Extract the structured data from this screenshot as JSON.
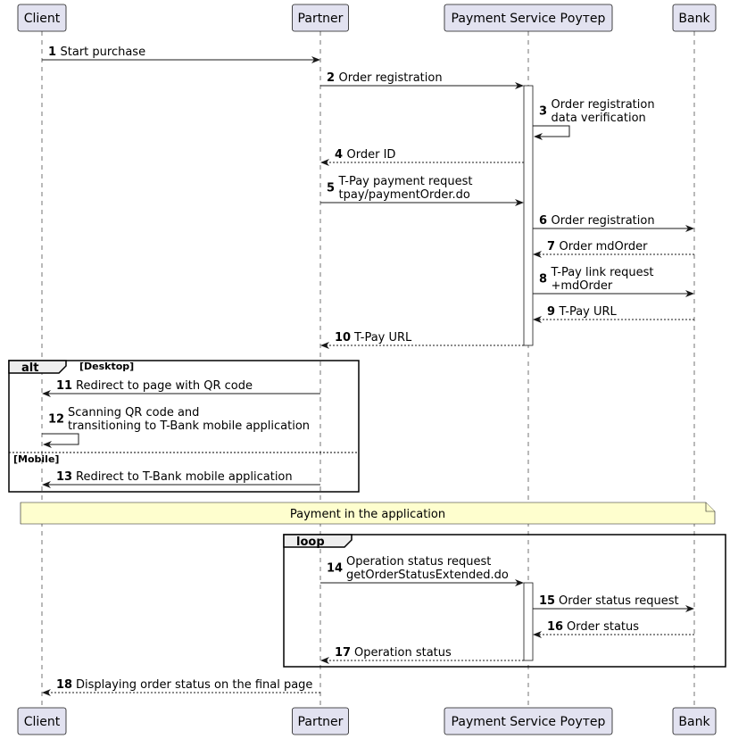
{
  "participants": [
    {
      "label": "Client"
    },
    {
      "label": "Partner"
    },
    {
      "label": "Payment Service Роутер"
    },
    {
      "label": "Bank"
    }
  ],
  "messages": [
    {
      "num": "1",
      "from": 0,
      "to": 1,
      "style": "solid",
      "lines": [
        "Start purchase"
      ]
    },
    {
      "num": "2",
      "from": 1,
      "to": 2,
      "style": "solid",
      "lines": [
        "Order registration"
      ]
    },
    {
      "num": "3",
      "from": 2,
      "to": 2,
      "style": "solid",
      "lines": [
        "Order registration",
        "  data verification"
      ]
    },
    {
      "num": "4",
      "from": 2,
      "to": 1,
      "style": "dashed",
      "lines": [
        "Order ID"
      ]
    },
    {
      "num": "5",
      "from": 1,
      "to": 2,
      "style": "solid",
      "lines": [
        "T-Pay payment request",
        "  tpay/paymentOrder.do"
      ]
    },
    {
      "num": "6",
      "from": 2,
      "to": 3,
      "style": "solid",
      "lines": [
        "Order registration"
      ]
    },
    {
      "num": "7",
      "from": 3,
      "to": 2,
      "style": "dashed",
      "lines": [
        "Order mdOrder"
      ]
    },
    {
      "num": "8",
      "from": 2,
      "to": 3,
      "style": "solid",
      "lines": [
        "T-Pay link request",
        "  +mdOrder"
      ]
    },
    {
      "num": "9",
      "from": 3,
      "to": 2,
      "style": "dashed",
      "lines": [
        "T-Pay URL"
      ]
    },
    {
      "num": "10",
      "from": 2,
      "to": 1,
      "style": "dashed",
      "lines": [
        "T-Pay URL"
      ]
    },
    {
      "num": "11",
      "from": 1,
      "to": 0,
      "style": "solid",
      "lines": [
        "Redirect to page with QR code"
      ]
    },
    {
      "num": "12",
      "from": 0,
      "to": 0,
      "style": "solid",
      "lines": [
        "Scanning QR code and",
        " transitioning to T-Bank mobile application"
      ]
    },
    {
      "num": "13",
      "from": 1,
      "to": 0,
      "style": "solid",
      "lines": [
        "Redirect to T-Bank mobile application"
      ]
    },
    {
      "num": "14",
      "from": 1,
      "to": 2,
      "style": "solid",
      "lines": [
        "Operation status request",
        " getOrderStatusExtended.do"
      ]
    },
    {
      "num": "15",
      "from": 2,
      "to": 3,
      "style": "solid",
      "lines": [
        "Order status request"
      ]
    },
    {
      "num": "16",
      "from": 3,
      "to": 2,
      "style": "dashed",
      "lines": [
        "Order status"
      ]
    },
    {
      "num": "17",
      "from": 2,
      "to": 1,
      "style": "dashed",
      "lines": [
        "Operation status"
      ]
    },
    {
      "num": "18",
      "from": 1,
      "to": 0,
      "style": "dashed",
      "lines": [
        "Displaying order status on the final page"
      ]
    }
  ],
  "fragments": [
    {
      "keyword": "alt",
      "guards": [
        "[Desktop]",
        "[Mobile]"
      ]
    },
    {
      "keyword": "loop",
      "guards": []
    }
  ],
  "note": {
    "text": "Payment in the application"
  }
}
